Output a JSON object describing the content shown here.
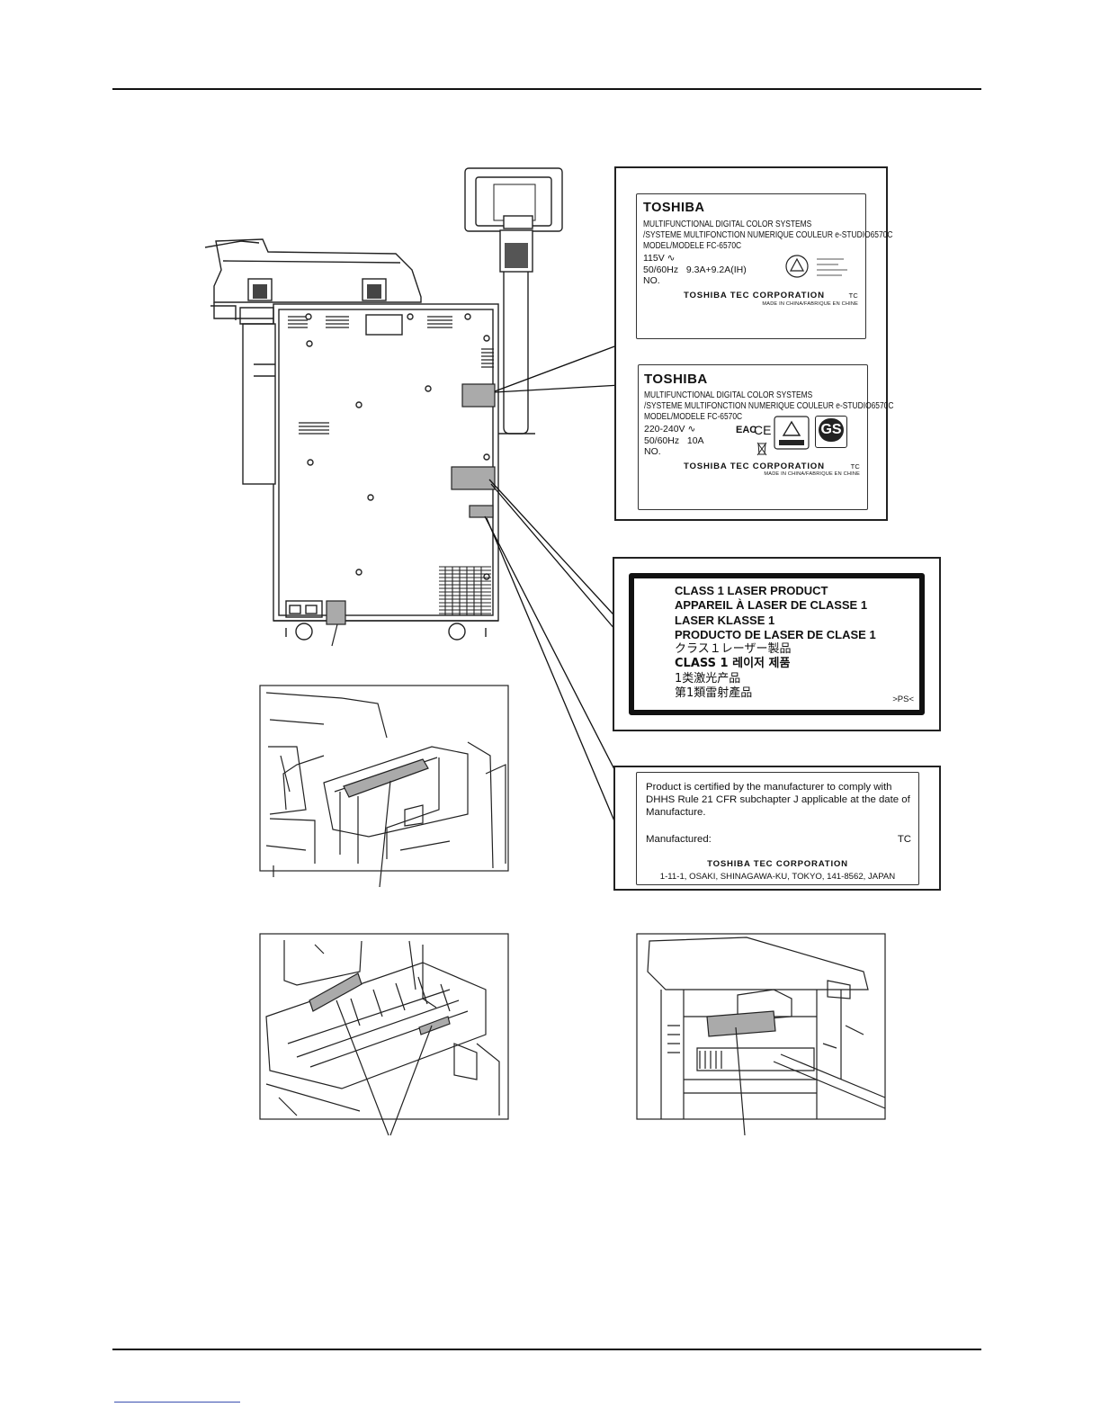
{
  "rating_label_115v": {
    "brand": "TOSHIBA",
    "line1": "MULTIFUNCTIONAL DIGITAL COLOR SYSTEMS",
    "line2": "/SYSTEME MULTIFONCTION NUMERIQUE COULEUR e-STUDIO6570C",
    "line3": "MODEL/MODELE FC-6570C",
    "voltage": "115V",
    "frequency": "50/60Hz",
    "current": "9.3A+9.2A(IH)",
    "serial": "NO.",
    "corp": "TOSHIBA TEC CORPORATION",
    "tc": "TC",
    "made_in": "MADE IN CHINA/FABRIQUE EN CHINE"
  },
  "rating_label_230v": {
    "brand": "TOSHIBA",
    "line1": "MULTIFUNCTIONAL DIGITAL COLOR SYSTEMS",
    "line2": "/SYSTEME MULTIFONCTION NUMERIQUE COULEUR e-STUDIO6570C",
    "line3": "MODEL/MODELE FC-6570C",
    "voltage": "220-240V",
    "frequency": "50/60Hz",
    "current": "10A",
    "serial": "NO.",
    "corp": "TOSHIBA TEC CORPORATION",
    "tc": "TC",
    "made_in": "MADE IN CHINA/FABRIQUE EN CHINE",
    "eac": "EAC",
    "ce": "CE",
    "gs": "GS"
  },
  "laser_label": {
    "lines": [
      "CLASS 1 LASER PRODUCT",
      "APPAREIL À LASER DE CLASSE 1",
      "LASER KLASSE 1",
      "PRODUCTO DE LASER DE CLASE 1",
      "クラス１レーザー製品",
      "CLASS 1 레이저 제품",
      "1类激光产品",
      "第1類雷射產品"
    ],
    "code": ">PS<"
  },
  "cert_label": {
    "statement": "Product is certified by the manufacturer to comply with DHHS Rule 21 CFR subchapter J applicable at the date of Manufacture.",
    "manufactured": "Manufactured:",
    "tc": "TC",
    "corp": "TOSHIBA TEC CORPORATION",
    "address": "1-11-1, OSAKI, SHINAGAWA-KU, TOKYO, 141-8562, JAPAN"
  }
}
